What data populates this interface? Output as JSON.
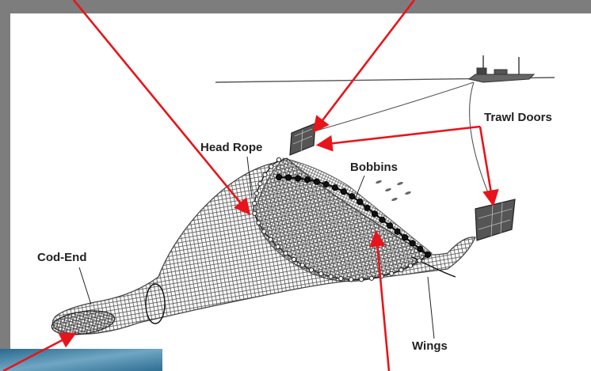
{
  "labels": {
    "trawl_doors": "Trawl Doors",
    "head_rope": "Head Rope",
    "bobbins": "Bobbins",
    "cod_end": "Cod-End",
    "wings": "Wings"
  },
  "colors": {
    "frame": "#7d7d7d",
    "panel": "#ffffff",
    "arrow": "#e8141b",
    "net": "#3a3a3a",
    "corner_tile": "#2f6d91"
  }
}
